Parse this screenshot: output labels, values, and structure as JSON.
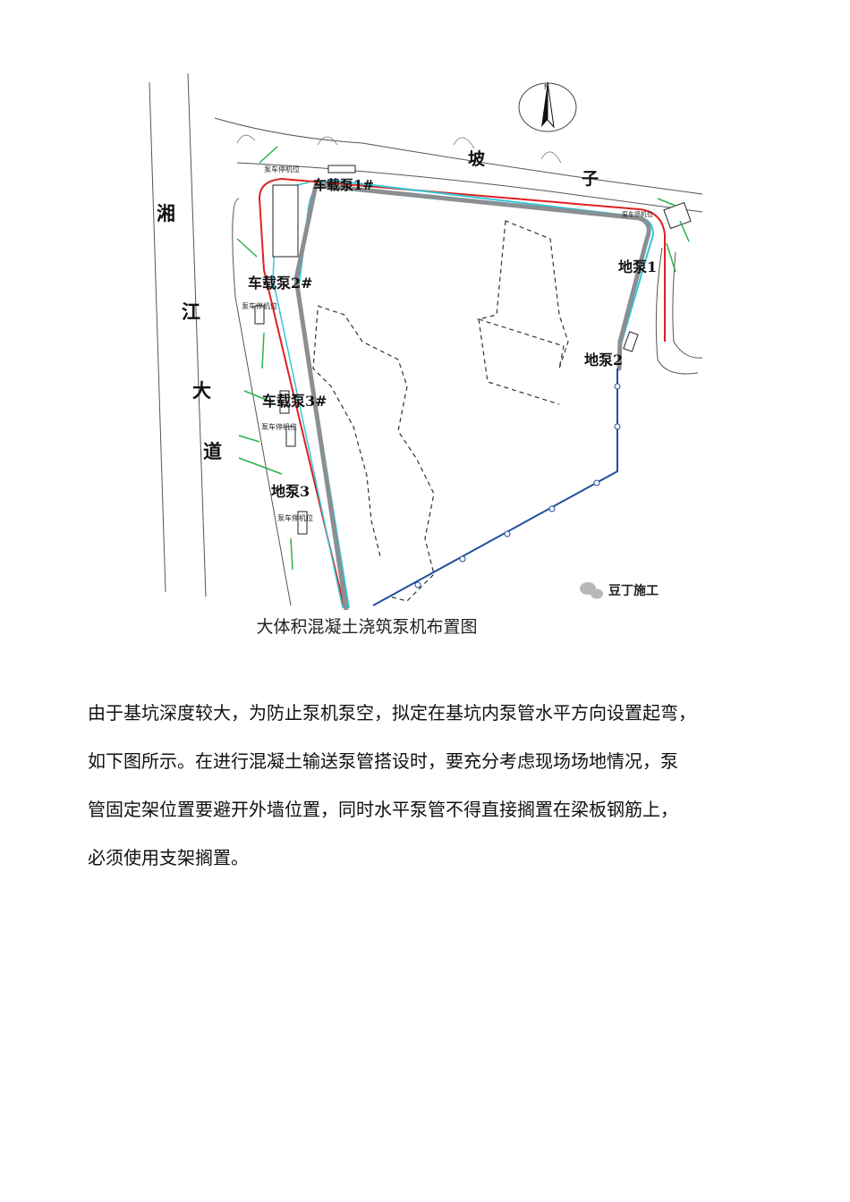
{
  "figure": {
    "north_label": "N",
    "road_left_chars": [
      "湘",
      "江",
      "大",
      "道"
    ],
    "road_top_chars": [
      "坡",
      "子"
    ],
    "pump_labels": [
      "车载泵1#",
      "车载泵2#",
      "车载泵3#",
      "地泵1",
      "地泵2",
      "地泵3"
    ],
    "parking_labels": [
      "泵车停机位",
      "泵车停机位",
      "泵车停机位",
      "泵车停机位",
      "泵车停机位"
    ],
    "watermark": "豆丁施工",
    "colors": {
      "red_line": "#e02020",
      "cyan_line": "#30c8d8",
      "gray_pipe": "#8a8f93",
      "blue_pipe": "#1f4f9a",
      "arrow_green": "#2bb24c"
    }
  },
  "caption": "大体积混凝土浇筑泵机布置图",
  "paragraph_lines": [
    "由于基坑深度较大，为防止泵机泵空，拟定在基坑内泵管水平方向设置起弯，",
    "如下图所示。在进行混凝土输送泵管搭设时，要充分考虑现场场地情况，泵",
    "管固定架位置要避开外墙位置，同时水平泵管不得直接搁置在梁板钢筋上，",
    "必须使用支架搁置。"
  ]
}
